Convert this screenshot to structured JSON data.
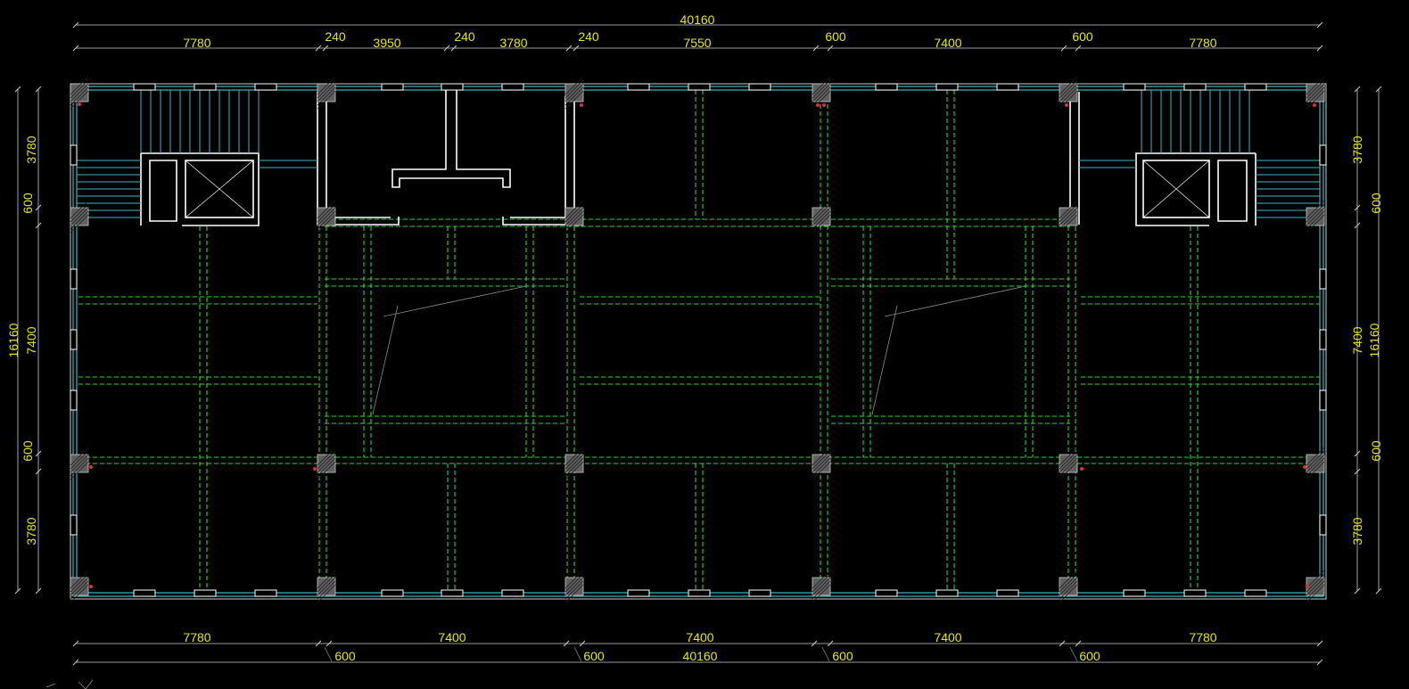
{
  "dimensions": {
    "top_total": "40160",
    "top_spans": [
      "7780",
      "240",
      "3950",
      "240",
      "3780",
      "240",
      "7550",
      "600",
      "7400",
      "600",
      "7780"
    ],
    "bottom_spans": [
      "7780",
      "7400",
      "7400",
      "7400",
      "7780"
    ],
    "bottom_columns": [
      "600",
      "600",
      "600",
      "600"
    ],
    "bottom_total": "40160",
    "left_total": "16160",
    "left_spans": [
      "3780",
      "600",
      "7400",
      "600",
      "3780"
    ],
    "right_total": "16160",
    "right_spans": [
      "3780",
      "600",
      "7400",
      "600",
      "3780"
    ]
  },
  "colors": {
    "background": "#000000",
    "dimension_text": "#e8e800",
    "beam_dashed": "#2bd92b",
    "exterior_wall": "#39b7c4",
    "core_wall": "#ffffff",
    "column_fill": "#606060"
  },
  "icons": {
    "ucs": "ucs-axis-icon"
  }
}
